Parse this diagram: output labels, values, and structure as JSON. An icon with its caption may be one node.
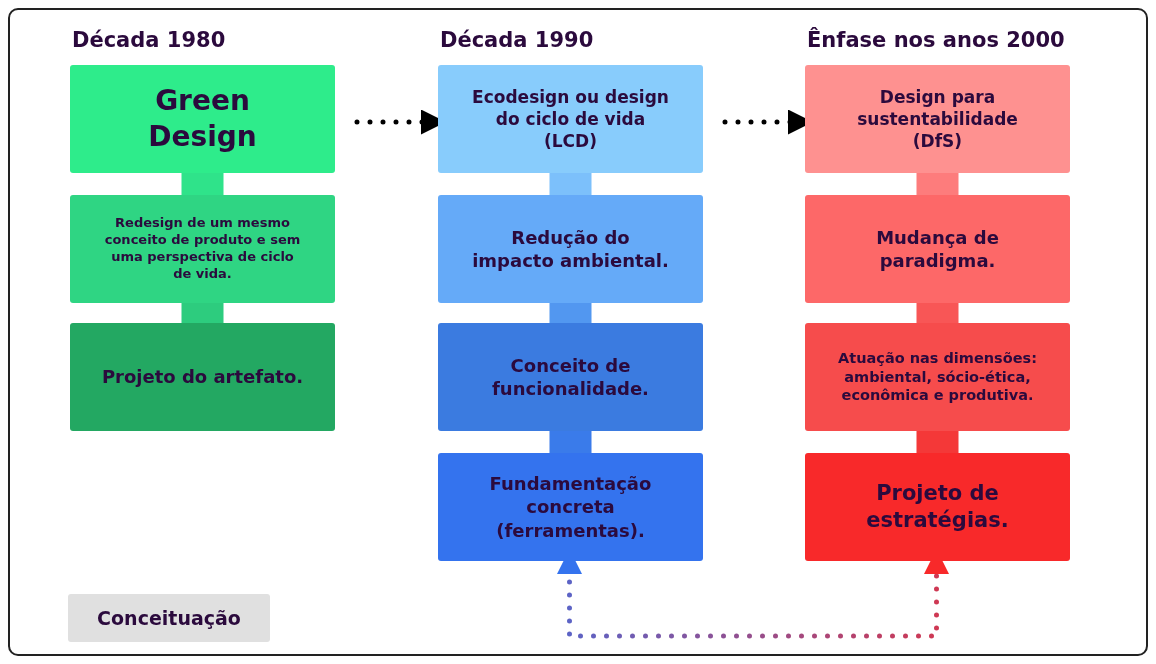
{
  "diagram": {
    "nodes": [
      {
        "text": [
          "Green Design"
        ],
        "beside": [
          "Década 1980"
        ]
      },
      {
        "text": [
          "Redesign de um mesmo conceito de produto e sem uma perspectiva de ciclo de vida."
        ]
      },
      {
        "text": [
          "Projeto do artefato."
        ]
      },
      {
        "text": [
          "Ecodesign ou design do ciclo de vida (LCD)"
        ],
        "beside": [
          "Década 1990"
        ]
      },
      {
        "text": [
          "Redução do impacto ambiental."
        ]
      },
      {
        "text": [
          "Conceito de funcionalidade."
        ]
      },
      {
        "text": [
          "Fundamentação concreta (ferramentas)."
        ]
      },
      {
        "text": [
          "Design para sustentabilidade (DfS)"
        ],
        "beside": [
          "Ênfase nos anos 2000"
        ]
      },
      {
        "text": [
          "Mudança de paradigma."
        ]
      },
      {
        "text": [
          "Atuação nas dimensões: ambiental,  sócio-ética, econômica e produtiva."
        ]
      },
      {
        "text": [
          "Projeto de estratégias."
        ]
      },
      {
        "text": [
          "Conceituação"
        ]
      }
    ],
    "edges": [
      {
        "from": 0,
        "to": 1,
        "arrow": "none",
        "color": "#2fe38a"
      },
      {
        "from": 1,
        "to": 2,
        "arrow": "none",
        "color": "#2dcc7e"
      },
      {
        "from": 3,
        "to": 4,
        "arrow": "none",
        "color": "#7cc0fb"
      },
      {
        "from": 4,
        "to": 5,
        "arrow": "none",
        "color": "#5297f0"
      },
      {
        "from": 5,
        "to": 6,
        "arrow": "none",
        "color": "#3a7bea"
      },
      {
        "from": 7,
        "to": 8,
        "arrow": "none",
        "color": "#fd7c7c"
      },
      {
        "from": 8,
        "to": 9,
        "arrow": "none",
        "color": "#f85656"
      },
      {
        "from": 9,
        "to": 10,
        "arrow": "none",
        "color": "#f43838"
      },
      {
        "from": 0,
        "to": 3,
        "arrow": "to",
        "style": "dashed"
      },
      {
        "from": 3,
        "to": 7,
        "arrow": "to",
        "style": "dashed"
      },
      {
        "from": 6,
        "to": 10,
        "arrow": "both",
        "style": "dashed"
      }
    ]
  }
}
